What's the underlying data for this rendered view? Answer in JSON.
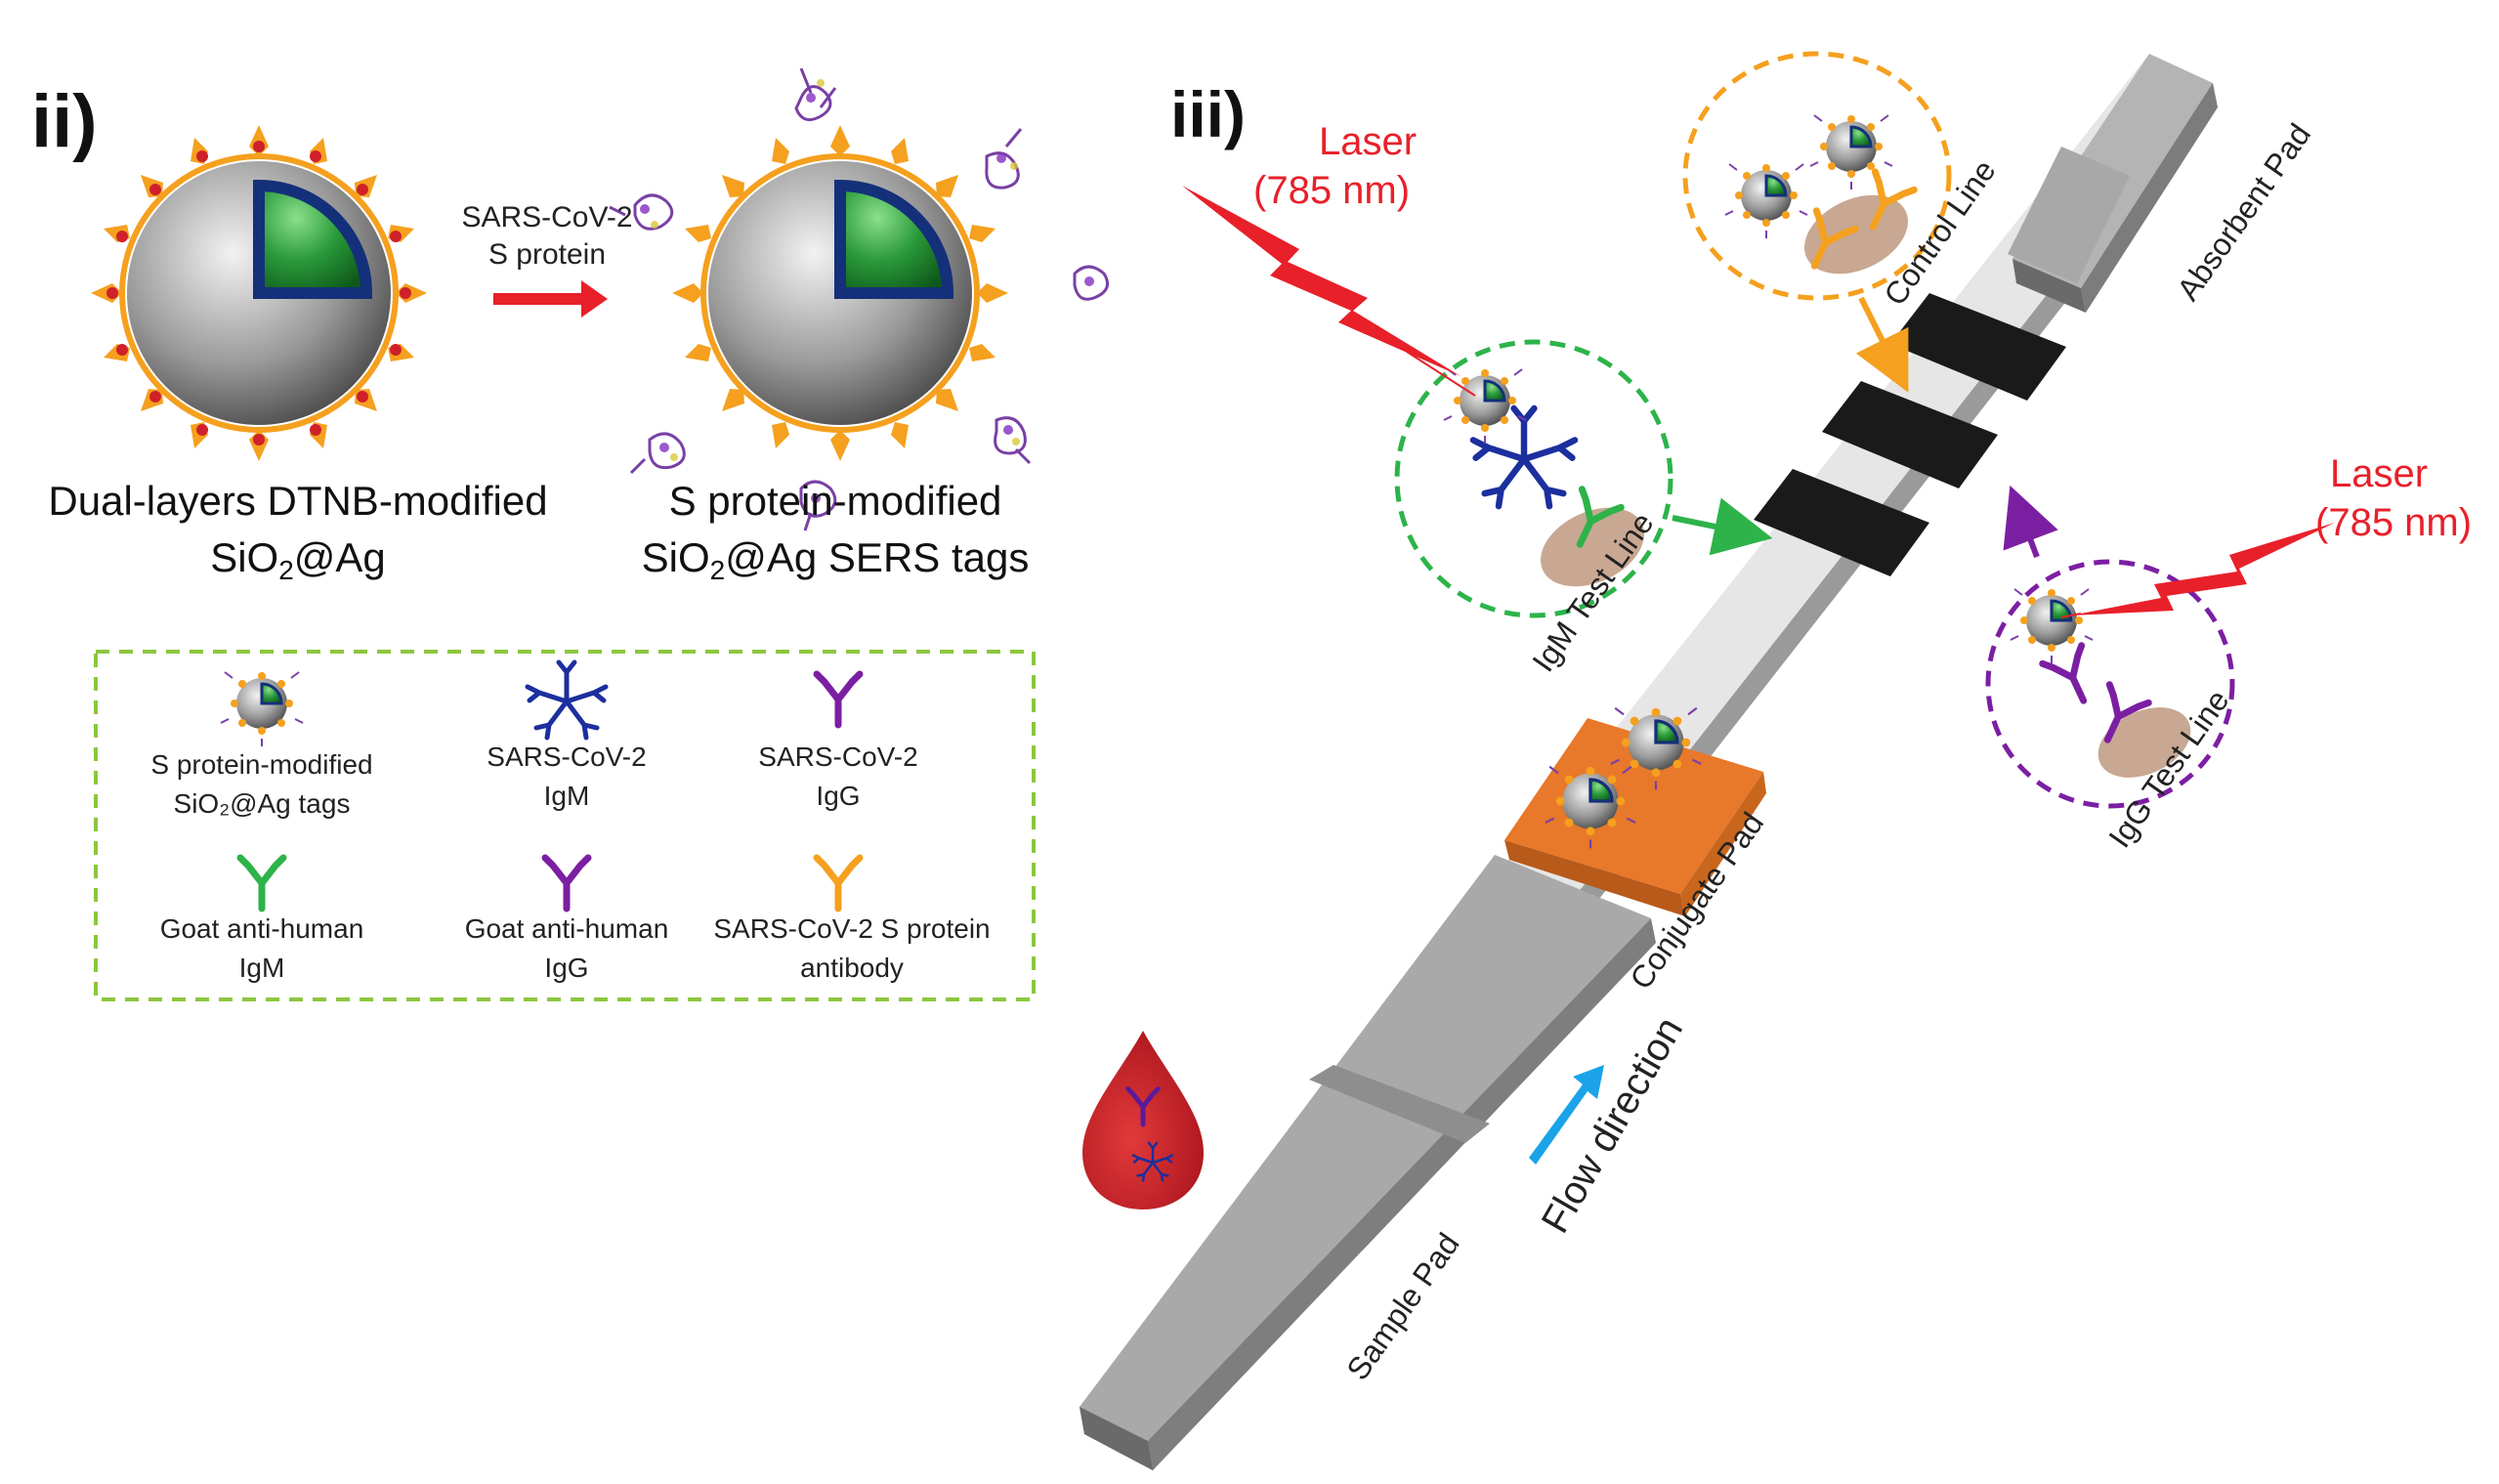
{
  "panel_ii": {
    "label": "ii)",
    "arrow_label_line1": "SARS-CoV-2",
    "arrow_label_line2": "S protein",
    "left_caption_line1": "Dual-layers DTNB-modified",
    "left_caption_line2_main": "SiO",
    "left_caption_line2_sub": "2",
    "left_caption_line2_rest": "@Ag",
    "right_caption_line1": "S protein-modified",
    "right_caption_line2_main": "SiO",
    "right_caption_line2_sub": "2",
    "right_caption_line2_rest": "@Ag SERS tags"
  },
  "legend": {
    "items": [
      {
        "line1": "S protein-modified",
        "line2": "SiO₂@Ag tags",
        "icon": "sers-tag-icon"
      },
      {
        "line1": "SARS-CoV-2",
        "line2": "IgM",
        "icon": "igm-icon"
      },
      {
        "line1": "SARS-CoV-2",
        "line2": "IgG",
        "icon": "igg-icon"
      },
      {
        "line1": "Goat anti-human",
        "line2": "IgM",
        "icon": "goat-anti-igm-icon"
      },
      {
        "line1": "Goat anti-human",
        "line2": "IgG",
        "icon": "goat-anti-igg-icon"
      },
      {
        "line1": "SARS-CoV-2 S protein",
        "line2": "antibody",
        "icon": "s-protein-antibody-icon"
      }
    ]
  },
  "panel_iii": {
    "label": "iii)",
    "laser_left_line1": "Laser",
    "laser_left_line2": "(785 nm)",
    "laser_right_line1": "Laser",
    "laser_right_line2": "(785 nm)",
    "control_line": "Control Line",
    "absorbent_pad": "Absorbent Pad",
    "igm_test_line": "IgM Test Line",
    "igg_test_line": "IgG Test Line",
    "conjugate_pad": "Conjugate Pad",
    "sample_pad": "Sample Pad",
    "flow_direction": "Flow direction"
  },
  "colors": {
    "laser_red": "#e8202a",
    "igm_blue": "#1c2f9e",
    "igg_purple": "#7b1fa2",
    "anti_igm_green": "#2db34a",
    "s_antibody_orange": "#f5a01e",
    "legend_border": "#8cc63f",
    "flow_arrow": "#1aa3e8",
    "conjugate_orange": "#e8782a",
    "test_line_black": "#1a1a1a"
  }
}
